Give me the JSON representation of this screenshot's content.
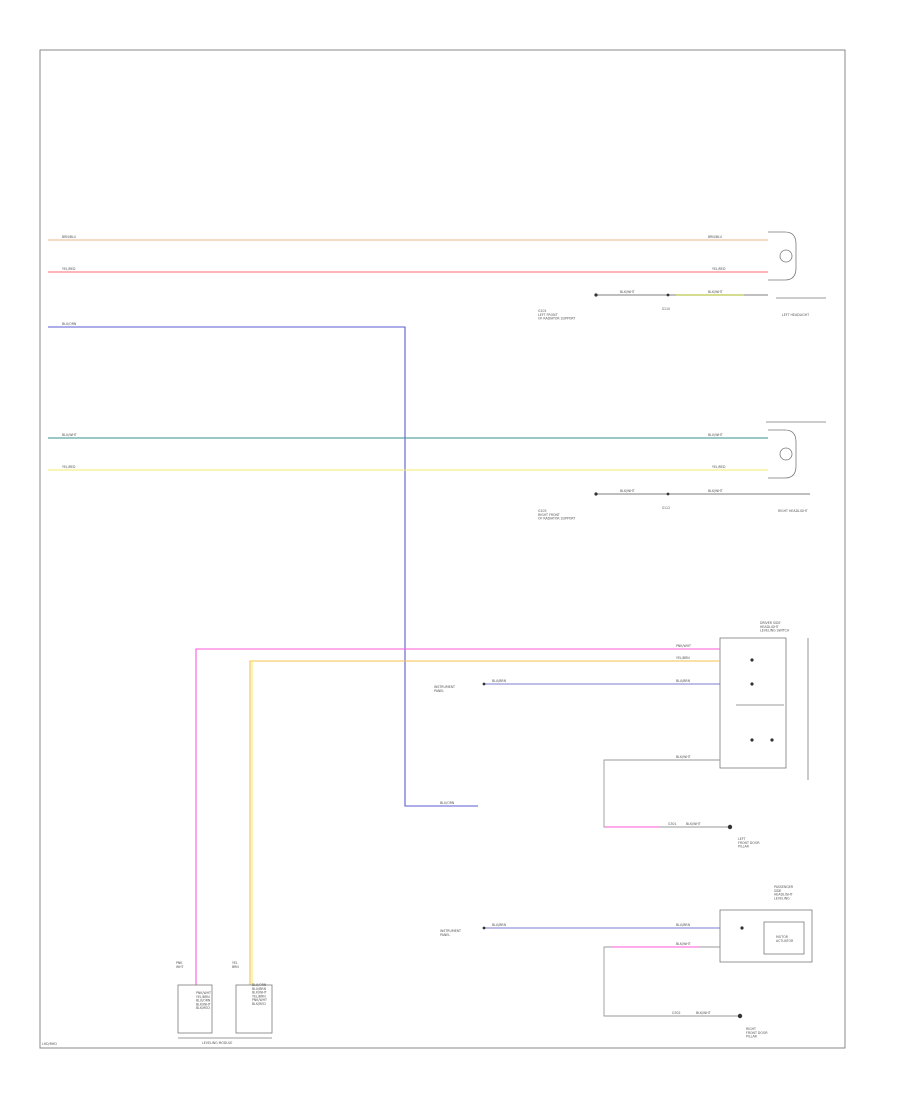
{
  "diagram": {
    "wire_colors": {
      "brown": "#e8b98a",
      "red": "#ff6b6b",
      "blue": "#5b5bd6",
      "teal": "#3a8f8f",
      "yellow": "#f3ee6a",
      "pink": "#ff5ad8",
      "orange": "#f2c24f",
      "purple": "#7b7bd0",
      "black": "#2a2a2a",
      "gray": "#9a9a9a"
    },
    "left_headlight": {
      "wire1_left": "BRN/BLU",
      "wire1_right": "BRN/BLU",
      "wire2_left": "YEL/RED",
      "wire2_right": "YEL/RED",
      "ground_wire": "BLK/WHT",
      "ground_wire_right": "BLK/WHT",
      "ground_note": "G101\nLEFT FRONT\nOF RADIATOR SUPPORT",
      "splice": "S110",
      "name": "LEFT HEADLIGHT"
    },
    "right_headlight": {
      "wire1_left": "BLU/WHT",
      "wire1_right": "BLU/WHT",
      "wire2_left": "YEL/RED",
      "wire2_right": "YEL/RED",
      "ground_wire": "BLK/WHT",
      "ground_wire_right": "BLK/WHT",
      "ground_note": "G103\nRIGHT FRONT\nOF RADIATOR SUPPORT",
      "splice": "S112",
      "name": "RIGHT HEADLIGHT"
    },
    "blue_feed": {
      "label_top": "BLU/ORN",
      "label_bottom": "BLU/ORN"
    },
    "driver_switch": {
      "title": "DRIVER SIDE\nHEADLIGHT\nLEVELING SWITCH",
      "wire_pink": "PNK/WHT",
      "wire_orange": "YEL/BRN",
      "wire_purple_left": "BLU/BRN",
      "wire_purple_right": "BLU/BRN",
      "source": "INSTRUMENT\nPANEL",
      "ground_wire": "BLK/WHT",
      "ground_wire2": "BLK/WHT",
      "ground_prefix": "G301",
      "ground_note": "LEFT\nFRONT DOOR\nPILLAR"
    },
    "pass_switch": {
      "title": "PASSENGER\nSIDE\nHEADLIGHT\nLEVELING",
      "source": "INSTRUMENT\nPANEL",
      "wire_left": "BLU/BRN",
      "wire_right": "BLU/BRN",
      "ground_wire": "BLK/WHT",
      "ground_wire2": "BLK/WHT",
      "ground_prefix": "G302",
      "ground_note": "RIGHT\nFRONT DOOR\nPILLAR",
      "module_text": "MOTOR\nACTUATOR"
    },
    "control_module": {
      "name": "LEVELING MODULE",
      "pin_left": "PNK\nWHT",
      "pin_right": "YEL\nBRN",
      "left_pins": "PNK/WHT\nYEL/BRN\nBLU/ORN\nBLK/WHT\nBLK/RED",
      "right_pins": "BLU/ORN\nBLU/BRN\nBLK/WHT\nYEL/BRN\nPNK/WHT\nBLK/RED"
    },
    "page_id": "LHD/RHD"
  }
}
